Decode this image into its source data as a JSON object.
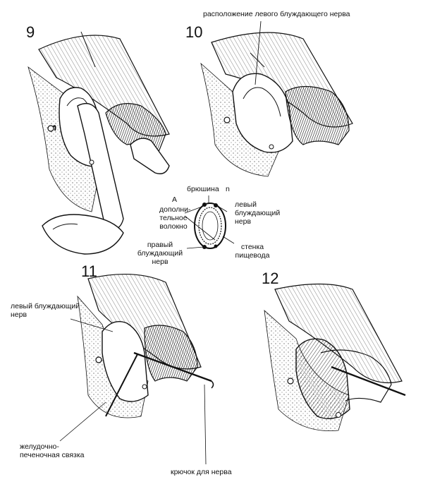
{
  "panels": {
    "p9": {
      "number": "9"
    },
    "p10": {
      "number": "10"
    },
    "p11": {
      "number": "11"
    },
    "p12": {
      "number": "12"
    }
  },
  "labels": {
    "left_vagus_location": "расположение левого блуждающего нерва",
    "inset_letter": "А",
    "inset_n": "n",
    "peritoneum": "брюшина",
    "accessory_fiber_1": "дополни-",
    "accessory_fiber_2": "тельное",
    "accessory_fiber_3": "волокно",
    "left_vagus_inset_1": "левый",
    "left_vagus_inset_2": "блуждающий",
    "left_vagus_inset_3": "нерв",
    "right_vagus_1": "правый",
    "right_vagus_2": "блуждающий",
    "right_vagus_3": "нерв",
    "esophagus_wall_1": "стенка",
    "esophagus_wall_2": "пищевода",
    "left_vagus_p11_1": "левый блуждающий",
    "left_vagus_p11_2": "нерв",
    "gastrohepatic_1": "желудочно-",
    "gastrohepatic_2": "печеночная связка",
    "nerve_hook": "крючок для нерва"
  }
}
